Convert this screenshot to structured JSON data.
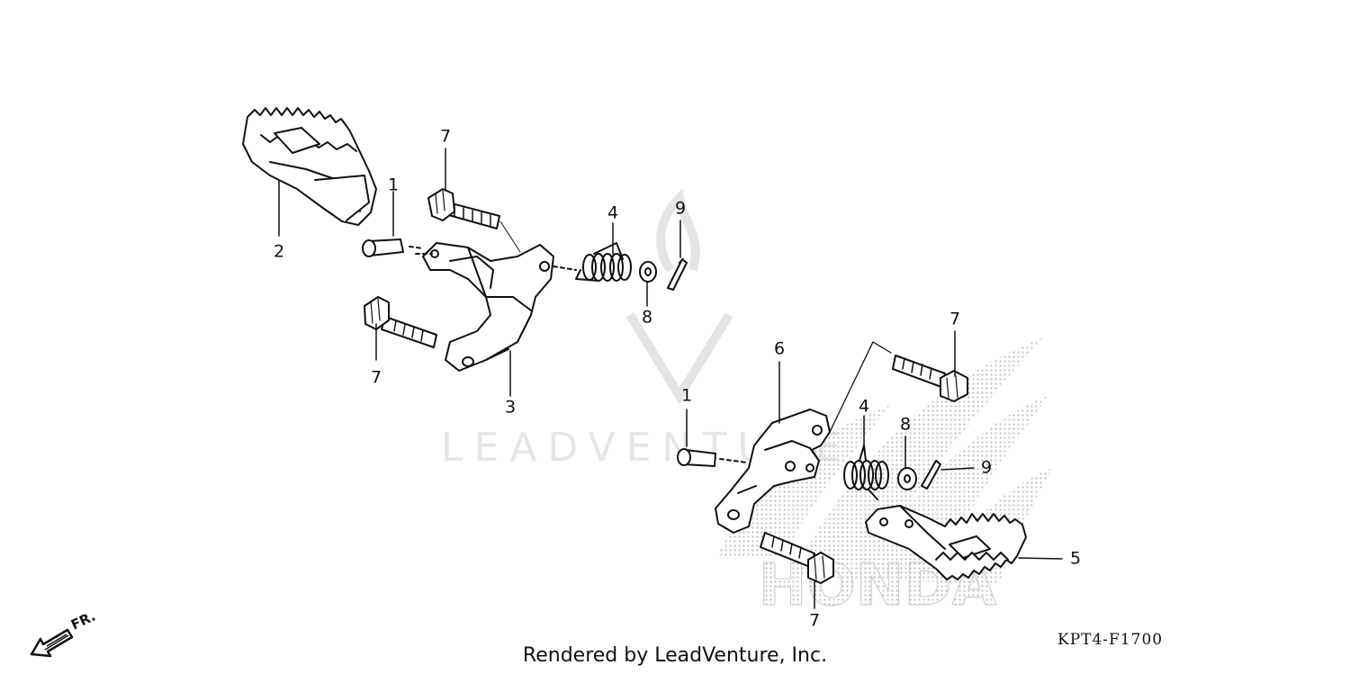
{
  "diagram": {
    "callouts": [
      {
        "id": "c1a",
        "text": "1"
      },
      {
        "id": "c2",
        "text": "2"
      },
      {
        "id": "c3",
        "text": "3"
      },
      {
        "id": "c4a",
        "text": "4"
      },
      {
        "id": "c7a",
        "text": "7"
      },
      {
        "id": "c7b",
        "text": "7"
      },
      {
        "id": "c8a",
        "text": "8"
      },
      {
        "id": "c9a",
        "text": "9"
      },
      {
        "id": "c1b",
        "text": "1"
      },
      {
        "id": "c6",
        "text": "6"
      },
      {
        "id": "c4b",
        "text": "4"
      },
      {
        "id": "c8b",
        "text": "8"
      },
      {
        "id": "c9b",
        "text": "9"
      },
      {
        "id": "c7c",
        "text": "7"
      },
      {
        "id": "c7d",
        "text": "7"
      },
      {
        "id": "c5",
        "text": "5"
      }
    ],
    "direction_label": "FR.",
    "reference_code": "KPT4-F1700",
    "credit": "Rendered by LeadVenture, Inc.",
    "watermarks": {
      "leadventure": "LEADVENTURE",
      "honda": "HONDA"
    }
  }
}
